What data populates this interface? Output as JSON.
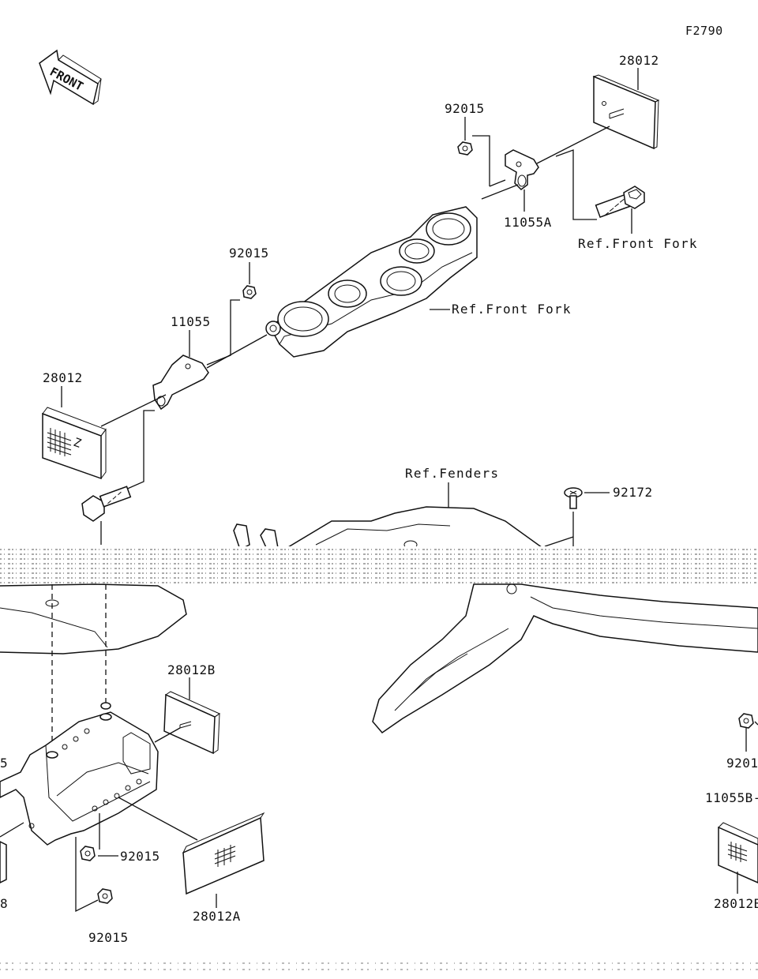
{
  "figure_code": "F2790",
  "front_arrow": {
    "label": "FRONT",
    "icon": "front-direction-arrow-icon"
  },
  "labels": {
    "p28012_top": "28012",
    "p92015_top": "92015",
    "p11055A": "11055A",
    "ref_front_fork_upper": "Ref.Front Fork",
    "p92015_mid": "92015",
    "p11055": "11055",
    "ref_front_fork_lower": "Ref.Front Fork",
    "p28012_left": "28012",
    "ref_fenders": "Ref.Fenders",
    "p92172": "92172",
    "p28012B": "28012B",
    "p92015_lower_a": "92015",
    "p28012A": "28012A",
    "p92015_lower_b": "92015",
    "p5_partial": "5",
    "p8_partial": "8",
    "p9201_partial": "9201",
    "p11055B_partial": "11055B-",
    "p28012B_partial": "28012B"
  }
}
